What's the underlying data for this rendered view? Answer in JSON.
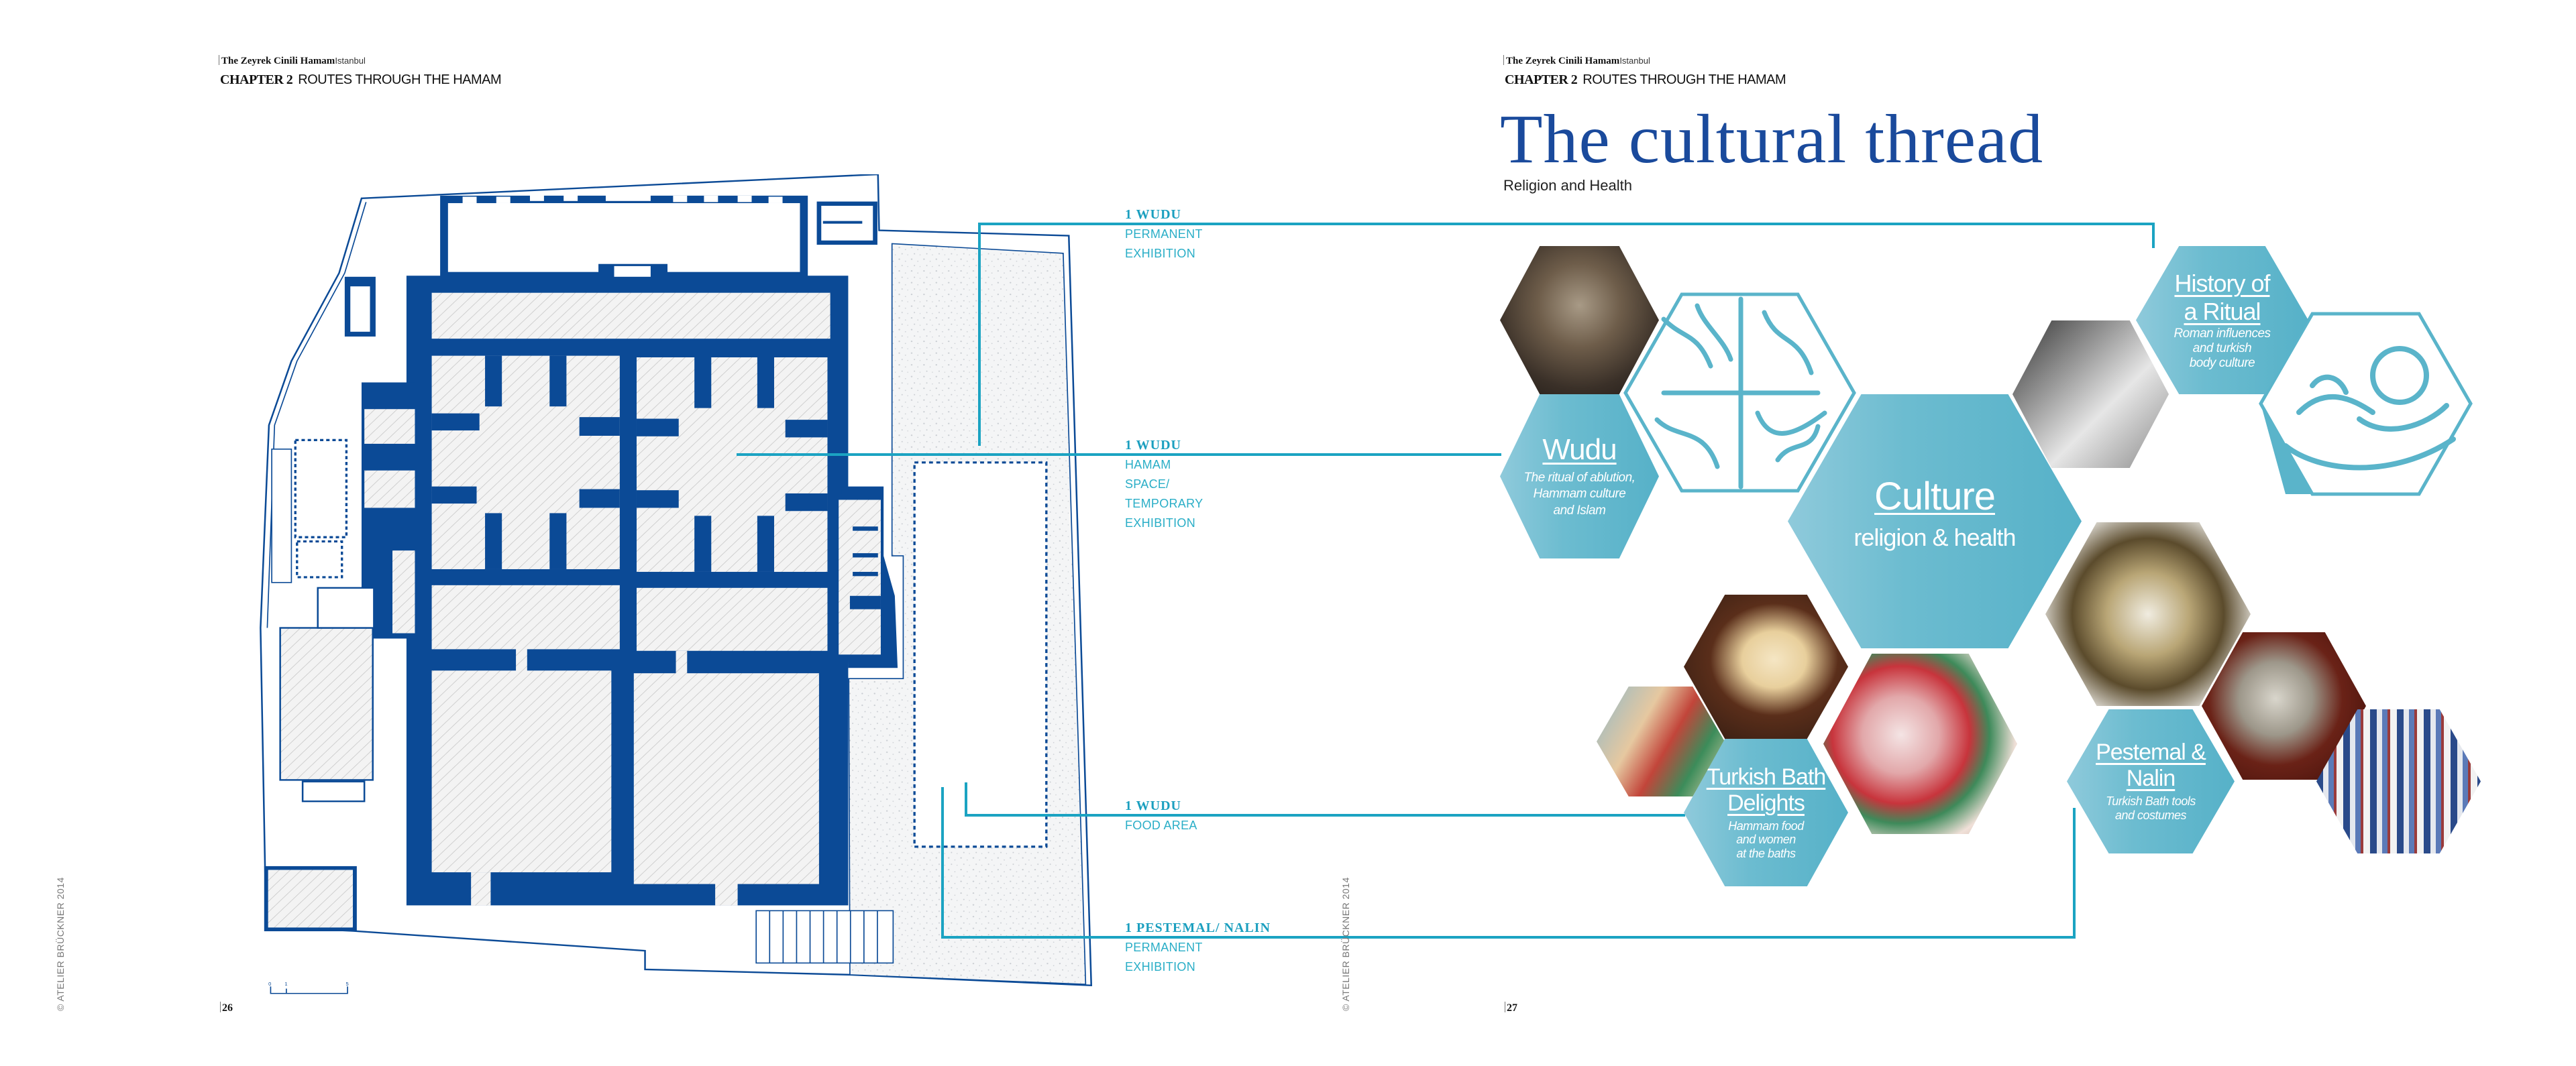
{
  "left_page": {
    "running_header": {
      "title": "The Zeyrek Cinili Hamam",
      "city": "Istanbul"
    },
    "chapter": {
      "number": "CHAPTER 2",
      "title": "ROUTES THROUGH THE HAMAM"
    },
    "copyright": "© ATELIER BRÜCKNER 2014",
    "page_number": "26",
    "plan_scale_labels": [
      "0",
      "1",
      "5"
    ],
    "route_labels": [
      {
        "head": "1 WUDU",
        "lines": [
          "PERMANENT",
          "EXHIBITION"
        ]
      },
      {
        "head": "1 WUDU",
        "lines": [
          "HAMAM",
          "SPACE/",
          "TEMPORARY",
          "EXHIBITION"
        ]
      },
      {
        "head": "1 WUDU",
        "lines": [
          "FOOD AREA"
        ]
      },
      {
        "head": "1 PESTEMAL/ NALIN",
        "lines": [
          "PERMANENT",
          "EXHIBITION"
        ]
      }
    ]
  },
  "right_page": {
    "running_header": {
      "title": "The Zeyrek Cinili Hamam",
      "city": "Istanbul"
    },
    "chapter": {
      "number": "CHAPTER 2",
      "title": "ROUTES THROUGH THE HAMAM"
    },
    "title": "The cultural thread",
    "subtitle": "Religion and Health",
    "copyright": "© ATELIER BRÜCKNER 2014",
    "page_number": "27",
    "hexagons": {
      "culture": {
        "title": "Culture",
        "subtitle_lines": [
          "religion & health"
        ]
      },
      "wudu": {
        "title_lines": [
          "Wudu"
        ],
        "subtitle_lines": [
          "The ritual of ablution,",
          "Hammam culture",
          "and Islam"
        ]
      },
      "history": {
        "title_lines": [
          "History of",
          "a Ritual"
        ],
        "subtitle_lines": [
          "Roman influences",
          "and turkish",
          "body culture"
        ]
      },
      "delights": {
        "title_lines": [
          "Turkish Bath",
          "Delights"
        ],
        "subtitle_lines": [
          "Hammam food",
          "and women",
          "at the baths"
        ]
      },
      "pestemal": {
        "title_lines": [
          "Pestemal &",
          "Nalin"
        ],
        "subtitle_lines": [
          "Turkish Bath tools",
          "and costumes"
        ]
      }
    }
  },
  "colors": {
    "plan_blue": "#0b4a96",
    "route_cyan": "#1ba3c2",
    "hex_blue": "#5ab4ca",
    "title_blue": "#1a4a9c"
  }
}
